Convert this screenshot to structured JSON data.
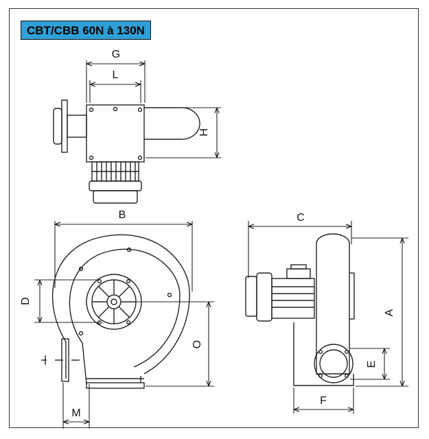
{
  "title": "CBT/CBB 60N à 130N",
  "dimensions": {
    "A": "A",
    "B": "B",
    "C": "C",
    "D": "D",
    "E": "E",
    "F": "F",
    "G": "G",
    "H": "H",
    "L": "L",
    "M": "M",
    "O": "O"
  }
}
